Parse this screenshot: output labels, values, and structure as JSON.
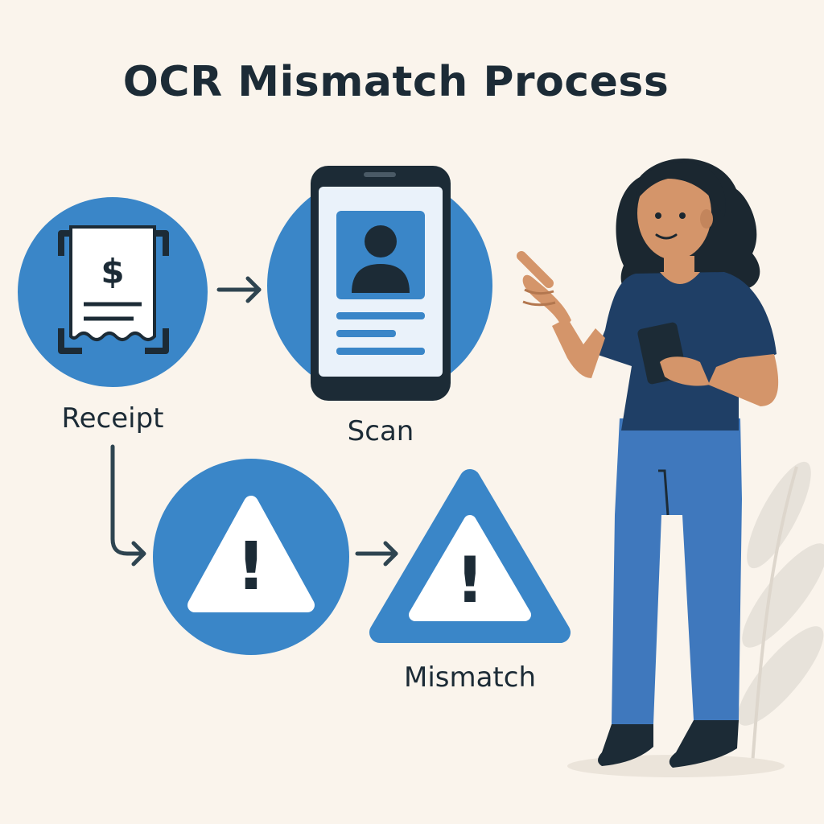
{
  "diagram": {
    "title": "OCR Mismatch Process",
    "nodes": [
      {
        "id": "receipt",
        "label": "Receipt",
        "icon": "receipt-dollar-icon"
      },
      {
        "id": "scan",
        "label": "Scan",
        "icon": "smartphone-scan-icon"
      },
      {
        "id": "warning",
        "label": "",
        "icon": "warning-icon"
      },
      {
        "id": "mismatch",
        "label": "Mismatch",
        "icon": "warning-triangle-icon"
      }
    ],
    "edges": [
      {
        "from": "receipt",
        "to": "scan"
      },
      {
        "from": "receipt",
        "to": "warning"
      },
      {
        "from": "warning",
        "to": "mismatch"
      }
    ],
    "receipt_symbol": "$",
    "warning_symbol": "!"
  },
  "colors": {
    "background": "#faf4ec",
    "primary_blue": "#3a86c8",
    "dark_navy": "#1c2b36",
    "shirt_navy": "#1f3f66",
    "jeans_blue": "#3f78bd",
    "skin": "#d4956a",
    "hair": "#1b2730"
  }
}
